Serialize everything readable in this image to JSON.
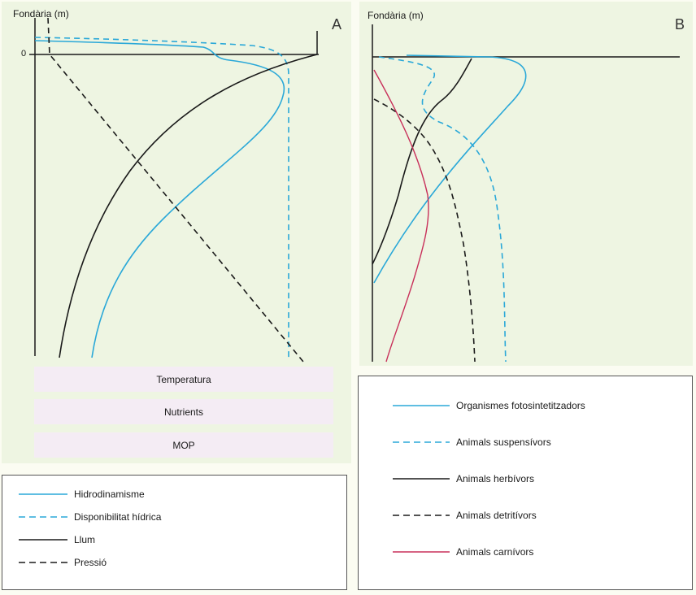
{
  "chart_data": [
    {
      "type": "line",
      "panel": "A",
      "ylabel": "Fondària (m)",
      "yticks": [
        "0"
      ],
      "series": [
        {
          "name": "Hidrodinamisme",
          "color": "#2aa8d8",
          "dash": false
        },
        {
          "name": "Disponibilitat hídrica",
          "color": "#2aa8d8",
          "dash": true
        },
        {
          "name": "Llum",
          "color": "#1a1a1a",
          "dash": false
        },
        {
          "name": "Pressió",
          "color": "#1a1a1a",
          "dash": true
        }
      ],
      "bands": [
        "Temperatura",
        "Nutrients",
        "MOP"
      ]
    },
    {
      "type": "line",
      "panel": "B",
      "ylabel": "Fondària (m)",
      "series": [
        {
          "name": "Organismes fotosintetitzadors",
          "color": "#2aa8d8",
          "dash": false
        },
        {
          "name": "Animals suspensívors",
          "color": "#2aa8d8",
          "dash": true
        },
        {
          "name": "Animals herbívors",
          "color": "#1a1a1a",
          "dash": false
        },
        {
          "name": "Animals detritívors",
          "color": "#1a1a1a",
          "dash": true
        },
        {
          "name": "Animals carnívors",
          "color": "#c8305a",
          "dash": false
        }
      ]
    }
  ],
  "panelA": {
    "letter": "A",
    "ylabel": "Fondària (m)",
    "zero_tick": "0"
  },
  "panelB": {
    "letter": "B",
    "ylabel": "Fondària (m)"
  },
  "bands": {
    "temperature": "Temperatura",
    "nutrients": "Nutrients",
    "mop": "MOP"
  },
  "legendA": [
    {
      "label": "Hidrodinamisme",
      "color": "#2aa8d8",
      "dash": false
    },
    {
      "label": "Disponibilitat hídrica",
      "color": "#2aa8d8",
      "dash": true
    },
    {
      "label": "Llum",
      "color": "#1a1a1a",
      "dash": false
    },
    {
      "label": "Pressió",
      "color": "#1a1a1a",
      "dash": true
    }
  ],
  "legendB": [
    {
      "label": "Organismes fotosintetitzadors",
      "color": "#2aa8d8",
      "dash": false
    },
    {
      "label": "Animals suspensívors",
      "color": "#2aa8d8",
      "dash": true
    },
    {
      "label": "Animals herbívors",
      "color": "#1a1a1a",
      "dash": false
    },
    {
      "label": "Animals detritívors",
      "color": "#1a1a1a",
      "dash": true
    },
    {
      "label": "Animals carnívors",
      "color": "#c8305a",
      "dash": false
    }
  ]
}
